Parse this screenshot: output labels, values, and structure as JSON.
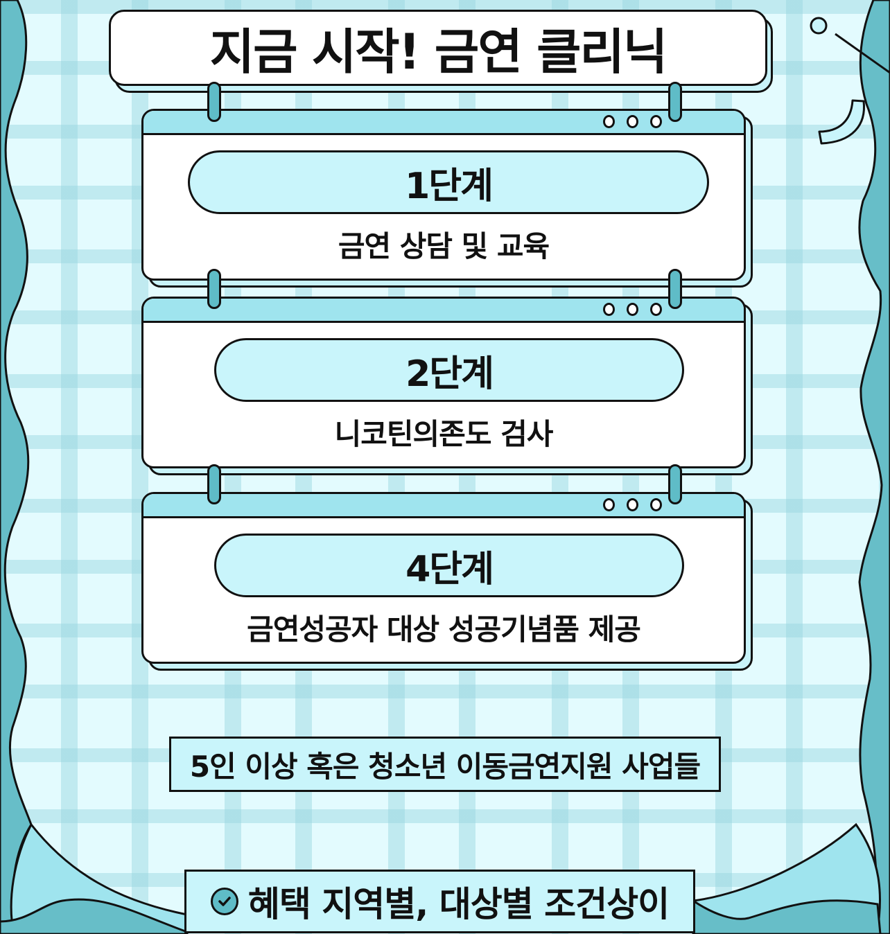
{
  "title": "지금 시작! 금연 클리닉",
  "steps": [
    {
      "label": "1단계",
      "description": "금연 상담 및 교육"
    },
    {
      "label": "2단계",
      "description": "니코틴의존도 검사"
    },
    {
      "label": "4단계",
      "description": "금연성공자 대상 성공기념품 제공"
    }
  ],
  "notice": "5인 이상 혹은 청소년 이동금연지원 사업들",
  "benefit": {
    "icon": "check-circle-icon",
    "text": "혜택 지역별, 대상별 조건상이"
  },
  "colors": {
    "background": "#e3fbfe",
    "plaid_stripe": "#c2eaf0",
    "teal_dark": "#5fbcc7",
    "teal_light": "#9fe4ee",
    "pill_fill": "#c9f5fb",
    "outline": "#111111"
  }
}
